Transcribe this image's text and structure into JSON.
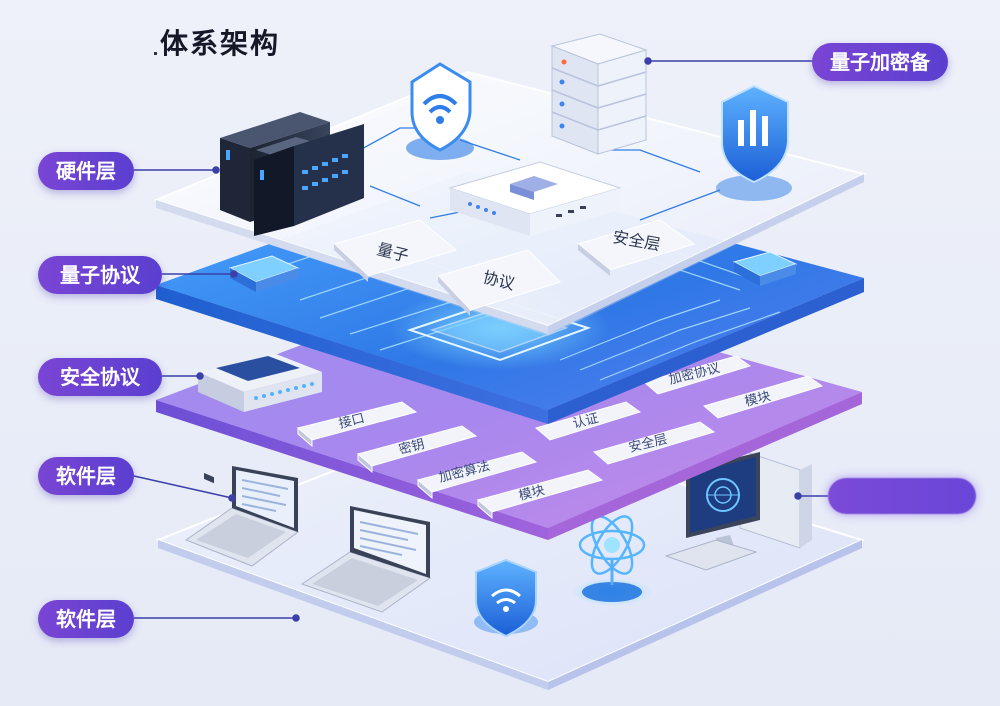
{
  "title": "体系架构",
  "labels": {
    "hardware": "硬件层",
    "quantum_protocol": "量子协议",
    "security_protocol": "安全协议",
    "software_1": "软件层",
    "software_2": "软件层",
    "quantum_encryption": "量子加密备",
    "blank": ""
  },
  "tiles": {
    "top": [
      "量子",
      "协议",
      "安全层"
    ],
    "purple": [
      "接口",
      "密钥",
      "加密算法",
      "模块",
      "认证",
      "安全层",
      "加密协议",
      "模块"
    ]
  },
  "icons": [
    "server-rack-icon",
    "wifi-shield-icon",
    "server-stack-icon",
    "shield-bars-icon",
    "router-icon",
    "network-switch-icon",
    "laptop-icon",
    "monitor-icon",
    "shield-wifi-icon",
    "quantum-atom-icon"
  ],
  "colors": {
    "label_pill": "#6a44d4",
    "title": "#151826",
    "blue_layer": "#3f8df0",
    "purple_layer": "#8a63e8"
  }
}
